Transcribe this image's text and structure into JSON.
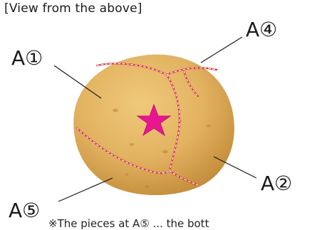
{
  "heading": "[View from the above]",
  "labels": {
    "a1": "A①",
    "a2": "A②",
    "a4": "A④",
    "a5": "A⑤"
  },
  "footnote": "※The pieces at A⑤ ... the bott",
  "colors": {
    "potato_light": "#e4b764",
    "potato_dark": "#c9923d",
    "seam_red": "#d42a3c",
    "star": "#e8168f"
  },
  "icons": {
    "marker": "star-icon"
  }
}
